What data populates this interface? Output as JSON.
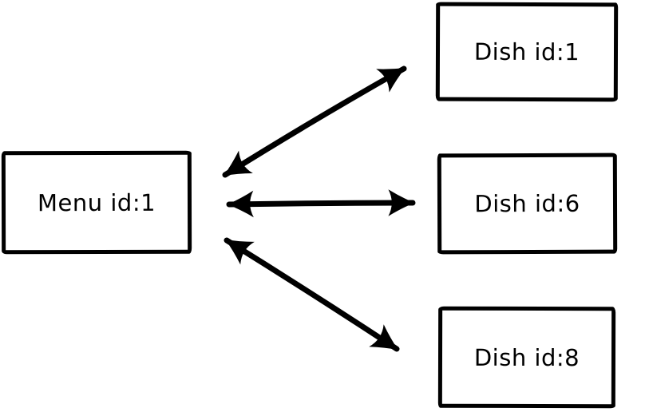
{
  "diagram": {
    "description": "Hand-drawn style entity relationship diagram linking one menu to three dishes with bidirectional arrows",
    "colors": {
      "stroke": "#000000",
      "text": "#000000",
      "background": "#ffffff"
    },
    "nodes": [
      {
        "id": "menu-1",
        "label": "Menu id:1"
      },
      {
        "id": "dish-1",
        "label": "Dish id:1"
      },
      {
        "id": "dish-6",
        "label": "Dish id:6"
      },
      {
        "id": "dish-8",
        "label": "Dish id:8"
      }
    ],
    "edges": [
      {
        "from": "menu-1",
        "to": "dish-1",
        "style": "double-headed-arrow"
      },
      {
        "from": "menu-1",
        "to": "dish-6",
        "style": "double-headed-arrow"
      },
      {
        "from": "menu-1",
        "to": "dish-8",
        "style": "double-headed-arrow"
      }
    ]
  }
}
